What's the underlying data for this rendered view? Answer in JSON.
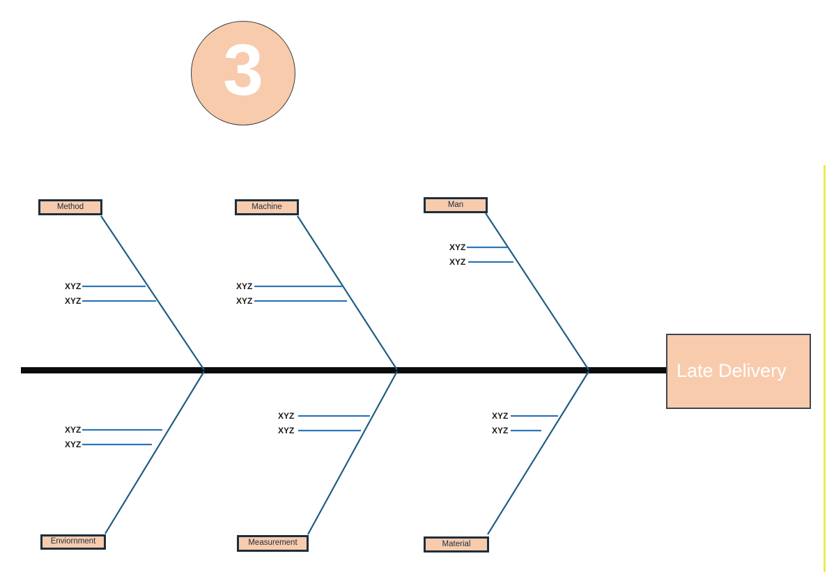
{
  "badge": {
    "value": "3"
  },
  "effect": {
    "label": "Late Delivery"
  },
  "branches": [
    {
      "name": "Method",
      "position": "top",
      "causes": [
        "XYZ",
        "XYZ"
      ]
    },
    {
      "name": "Machine",
      "position": "top",
      "causes": [
        "XYZ",
        "XYZ"
      ]
    },
    {
      "name": "Man",
      "position": "top",
      "causes": [
        "XYZ",
        "XYZ"
      ]
    },
    {
      "name": "Enviornment",
      "position": "bottom",
      "causes": [
        "XYZ",
        "XYZ"
      ]
    },
    {
      "name": "Measurement",
      "position": "bottom",
      "causes": [
        "XYZ",
        "XYZ"
      ]
    },
    {
      "name": "Material",
      "position": "bottom",
      "causes": [
        "XYZ",
        "XYZ"
      ]
    }
  ],
  "colors": {
    "peach": "#F8CBAD",
    "navy": "#1C2E3E",
    "branch": "#1F5C82",
    "cause-line": "#2E75B6",
    "spine": "#0B0B0B",
    "accent-yellow": "#E9EB52",
    "effect-text": "#FFFFFF"
  }
}
